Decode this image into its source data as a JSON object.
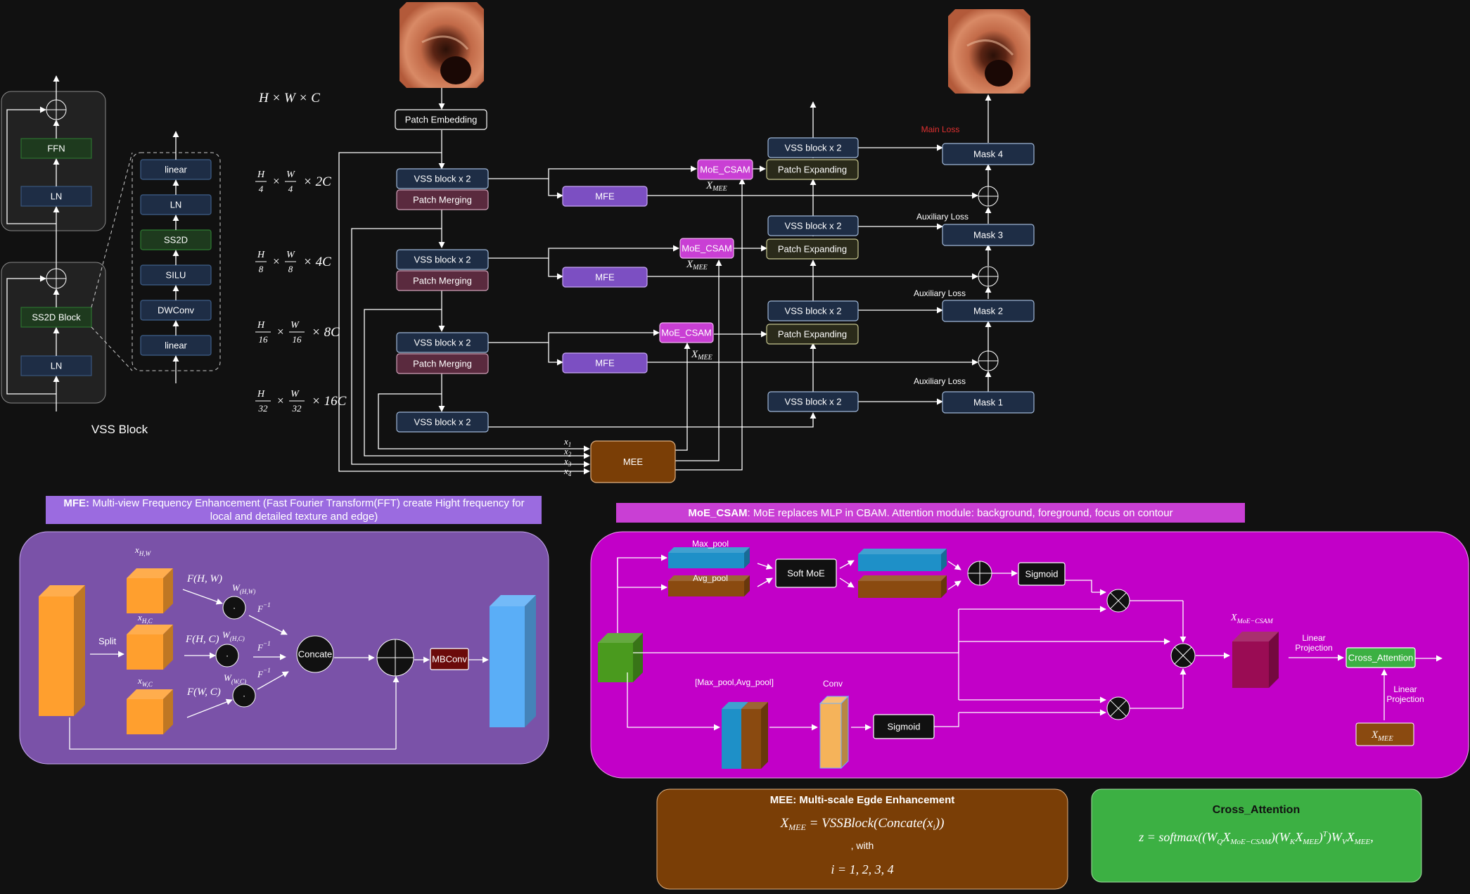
{
  "colors": {
    "background": "#111111",
    "vss_node": "#1e2d45",
    "patch_merging": "#5a2a3e",
    "mfe_node": "#7c4fc2",
    "moe_csam_node": "#c93fd4",
    "patch_expanding": "#2a2a1a",
    "mee_node": "#7a3e06",
    "mfe_panel": "#7a52a8",
    "moe_panel": "#c200c8",
    "mee_panel": "#7a3e06",
    "cross_panel": "#3cb043",
    "orange_cube": "#ff9f2e",
    "blue_cube": "#5aaef7",
    "green_cube": "#4a9a1e",
    "crimson_cube": "#9a0c54",
    "brown_cube": "#8a4a10",
    "main_loss": "#e03030"
  },
  "vss_block": {
    "title": "VSS Block",
    "ffn": "FFN",
    "ln_top": "LN",
    "ss2d_block": "SS2D Block",
    "ln_bottom": "LN",
    "detail": [
      "linear",
      "LN",
      "SS2D",
      "SILU",
      "DWConv",
      "linear"
    ]
  },
  "scales": {
    "input": "H × W × C",
    "s1_num": [
      "H",
      "W"
    ],
    "s1_den": [
      "4",
      "4"
    ],
    "s1_c": "× 2C",
    "s2_num": [
      "H",
      "W"
    ],
    "s2_den": [
      "8",
      "8"
    ],
    "s2_c": "× 4C",
    "s3_num": [
      "H",
      "W"
    ],
    "s3_den": [
      "16",
      "16"
    ],
    "s3_c": "× 8C",
    "s4_num": [
      "H",
      "W"
    ],
    "s4_den": [
      "32",
      "32"
    ],
    "s4_c": "× 16C"
  },
  "encoder": {
    "patch_embedding": "Patch Embedding",
    "vss": "VSS block x 2",
    "patch_merging": "Patch Merging"
  },
  "middle": {
    "mfe": "MFE",
    "moe_csam": "MoE_CSAM",
    "x_mee": "X",
    "x_mee_sub": "MEE",
    "mee": "MEE",
    "x_inputs": [
      "x",
      "x",
      "x",
      "x"
    ],
    "x_subs": [
      "1",
      "2",
      "3",
      "4"
    ]
  },
  "decoder": {
    "vss": "VSS block x 2",
    "patch_expanding": "Patch Expanding",
    "masks": [
      "Mask 4",
      "Mask 3",
      "Mask 2",
      "Mask 1"
    ],
    "main_loss": "Main Loss",
    "aux_loss": "Auxiliary Loss"
  },
  "mfe_panel": {
    "title_bold": "MFE:",
    "title_rest": " Multi-view Frequency Enhancement (Fast Fourier Transform(FFT) create Hight frequency for",
    "title_line2": "local and detailed texture and edge)",
    "split": "Split",
    "x_hw": "x",
    "x_hw_sub": "H,W",
    "x_hc": "x",
    "x_hc_sub": "H,C",
    "x_wc": "x",
    "x_wc_sub": "W,C",
    "f_hw": "F(H, W)",
    "f_hc": "F(H, C)",
    "f_wc": "F(W, C)",
    "w_hw": "W",
    "w_hw_sub": "(H,W)",
    "w_hc": "W",
    "w_hc_sub": "(H,C)",
    "w_wc": "W",
    "w_wc_sub": "(W,C)",
    "f_inv": "F",
    "f_inv_sup": "−1",
    "dot": ".",
    "concate": "Concate",
    "mbconv": "MBConv"
  },
  "moe_panel": {
    "title_bold": "MoE_CSAM",
    "title_rest": ": MoE replaces MLP in CBAM. Attention module: background, foreground, focus on contour",
    "max_pool": "Max_pool",
    "avg_pool": "Avg_pool",
    "soft_moe": "Soft MoE",
    "sigmoid": "Sigmoid",
    "pool_concat": "[Max_pool,Avg_pool]",
    "conv": "Conv",
    "x_moe": "X",
    "x_moe_sub": "MoE−CSAM",
    "linear_projection": [
      "Linear",
      "Projection"
    ],
    "cross_attention": "Cross_Attention",
    "x_mee": "X",
    "x_mee_sub": "MEE"
  },
  "mee_panel": {
    "title": "MEE: Multi-scale Egde Enhancement",
    "formula": "X_MEE = VSSBlock(Concate(x_i))",
    "with": ", with",
    "range": "i = 1, 2, 3, 4"
  },
  "cross_panel": {
    "title": "Cross_Attention",
    "formula": "z = softmax((W_Q X_MoE−CSAM)(W_K X_MEE)^T) W_V X_MEE,"
  }
}
